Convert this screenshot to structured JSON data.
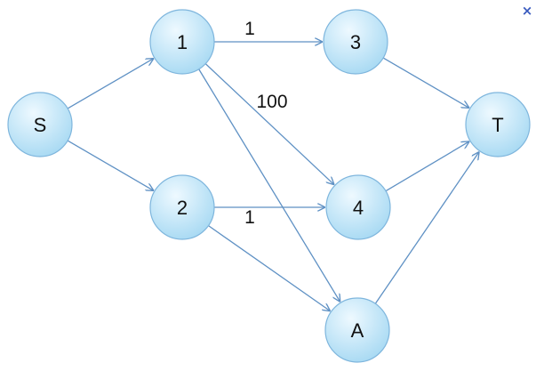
{
  "close_icon": {
    "glyph": "×",
    "color": "#3a5bbf"
  },
  "colors": {
    "edge": "#5f91c4",
    "node_fill_light": "#eef9ff",
    "node_fill_dark": "#a9daf3",
    "node_stroke": "#7fb6dd"
  },
  "nodes": [
    {
      "id": "S",
      "label": "S"
    },
    {
      "id": "1",
      "label": "1"
    },
    {
      "id": "2",
      "label": "2"
    },
    {
      "id": "3",
      "label": "3"
    },
    {
      "id": "4",
      "label": "4"
    },
    {
      "id": "A",
      "label": "A"
    },
    {
      "id": "T",
      "label": "T"
    }
  ],
  "edges": [
    {
      "from": "S",
      "to": "1",
      "label": ""
    },
    {
      "from": "S",
      "to": "2",
      "label": ""
    },
    {
      "from": "1",
      "to": "3",
      "label": "1"
    },
    {
      "from": "1",
      "to": "4",
      "label": "100"
    },
    {
      "from": "1",
      "to": "A",
      "label": ""
    },
    {
      "from": "2",
      "to": "4",
      "label": "1"
    },
    {
      "from": "2",
      "to": "A",
      "label": ""
    },
    {
      "from": "3",
      "to": "T",
      "label": ""
    },
    {
      "from": "4",
      "to": "T",
      "label": ""
    },
    {
      "from": "A",
      "to": "T",
      "label": ""
    }
  ]
}
